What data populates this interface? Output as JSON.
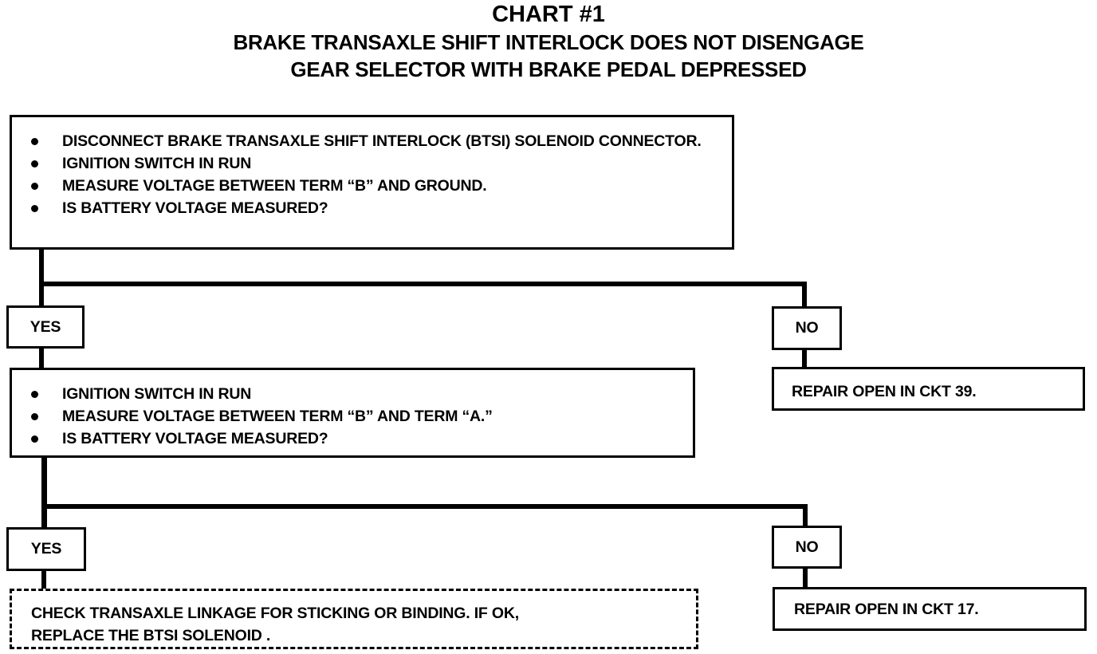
{
  "header": {
    "title": "CHART #1",
    "subtitle_line1": "BRAKE TRANSAXLE SHIFT INTERLOCK DOES NOT DISENGAGE",
    "subtitle_line2": "GEAR SELECTOR WITH BRAKE PEDAL DEPRESSED"
  },
  "step1": {
    "items": [
      "DISCONNECT BRAKE TRANSAXLE SHIFT INTERLOCK (BTSI) SOLENOID CONNECTOR.",
      "IGNITION SWITCH IN RUN",
      "MEASURE VOLTAGE BETWEEN TERM “B” AND GROUND.",
      "IS BATTERY VOLTAGE MEASURED?"
    ]
  },
  "branch1": {
    "yes_label": "YES",
    "no_label": "NO",
    "no_result": "REPAIR OPEN IN CKT 39."
  },
  "step2": {
    "items": [
      "IGNITION SWITCH IN RUN",
      "MEASURE VOLTAGE BETWEEN TERM “B” AND TERM “A.”",
      "IS BATTERY VOLTAGE MEASURED?"
    ]
  },
  "branch2": {
    "yes_label": "YES",
    "no_label": "NO",
    "yes_result_line1": "CHECK TRANSAXLE LINKAGE FOR STICKING OR BINDING.  IF OK,",
    "yes_result_line2": "REPLACE THE BTSI SOLENOID .",
    "no_result": "REPAIR OPEN IN CKT 17."
  }
}
